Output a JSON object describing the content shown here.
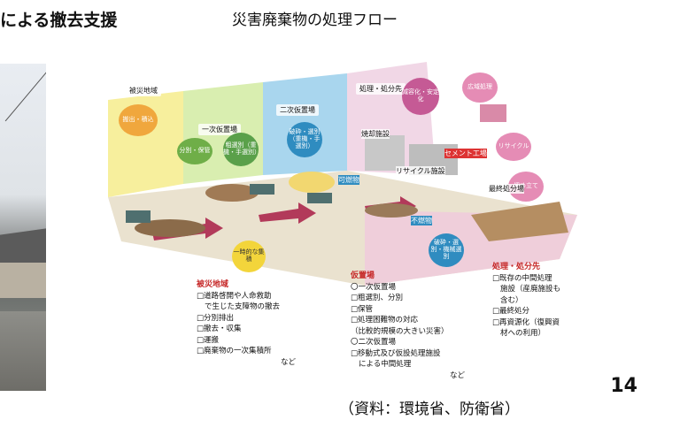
{
  "title_left": "による撤去支援",
  "title_right": "災害廃棄物の処理フロー",
  "diagram": {
    "zone_headers": [
      "被災地域",
      "一次仮置場",
      "二次仮置場",
      "処理・処分先"
    ],
    "clouds": [
      "搬出・積込",
      "分別・保管",
      "粗選別（重機・手選別）",
      "破砕・選別（重機・手選別）",
      "減容化・安定化",
      "広域処理",
      "リサイクル",
      "埋め立て",
      "一時的な集積",
      "破砕・選別・機械選別"
    ],
    "small_labels": [
      "リサイクル施設",
      "セメント工場",
      "焼却施設",
      "最終処分場",
      "可燃物",
      "不燃物"
    ],
    "section1": {
      "heading": "被災地域",
      "items": [
        "道路啓開や人命救助",
        "で生じた支障物の撤去",
        "分別排出",
        "撤去・収集",
        "運搬",
        "廃棄物の一次集積所"
      ],
      "etc": "など"
    },
    "section2": {
      "heading": "仮置場",
      "items": [
        "〇一次仮置場",
        "□粗選別、分別",
        "□保管",
        "□処理困難物の対応",
        "（比較的規模の大きい災害）",
        "〇二次仮置場",
        "□移動式及び仮設処理施設",
        "による中間処理"
      ],
      "etc": "など"
    },
    "section3": {
      "heading": "処理・処分先",
      "items": [
        "既存の中間処理",
        "施設（産廃施設も",
        "含む）",
        "最終処分",
        "再資源化（復興資",
        "材への利用）"
      ]
    }
  },
  "page_number": "14",
  "source_note": "（資料：環境省、防衛省）"
}
